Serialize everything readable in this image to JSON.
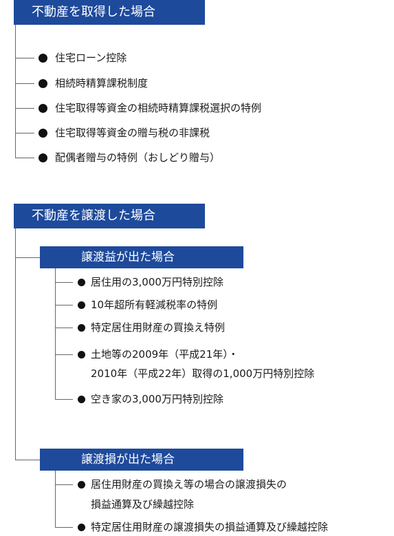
{
  "section1": {
    "title": "不動産を取得した場合",
    "items": [
      "住宅ローン控除",
      "相続時精算課税制度",
      "住宅取得等資金の相続時精算課税選択の特例",
      "住宅取得等資金の贈与税の非課税",
      "配偶者贈与の特例（おしどり贈与）"
    ]
  },
  "section2": {
    "title": "不動産を譲渡した場合",
    "gain": {
      "title": "譲渡益が出た場合",
      "items": [
        "居住用の3,000万円特別控除",
        "10年超所有軽減税率の特例",
        "特定居住用財産の買換え特例",
        "土地等の2009年（平成21年）・",
        "2010年（平成22年）取得の1,000万円特別控除",
        "空き家の3,000万円特別控除"
      ]
    },
    "loss": {
      "title": "譲渡損が出た場合",
      "items": [
        "居住用財産の買換え等の場合の譲渡損失の",
        "損益通算及び繰越控除",
        "特定居住用財産の譲渡損失の損益通算及び繰越控除"
      ]
    }
  },
  "colors": {
    "header_bg": "#1e4a9c",
    "header_text": "#ffffff",
    "line": "#666666"
  }
}
